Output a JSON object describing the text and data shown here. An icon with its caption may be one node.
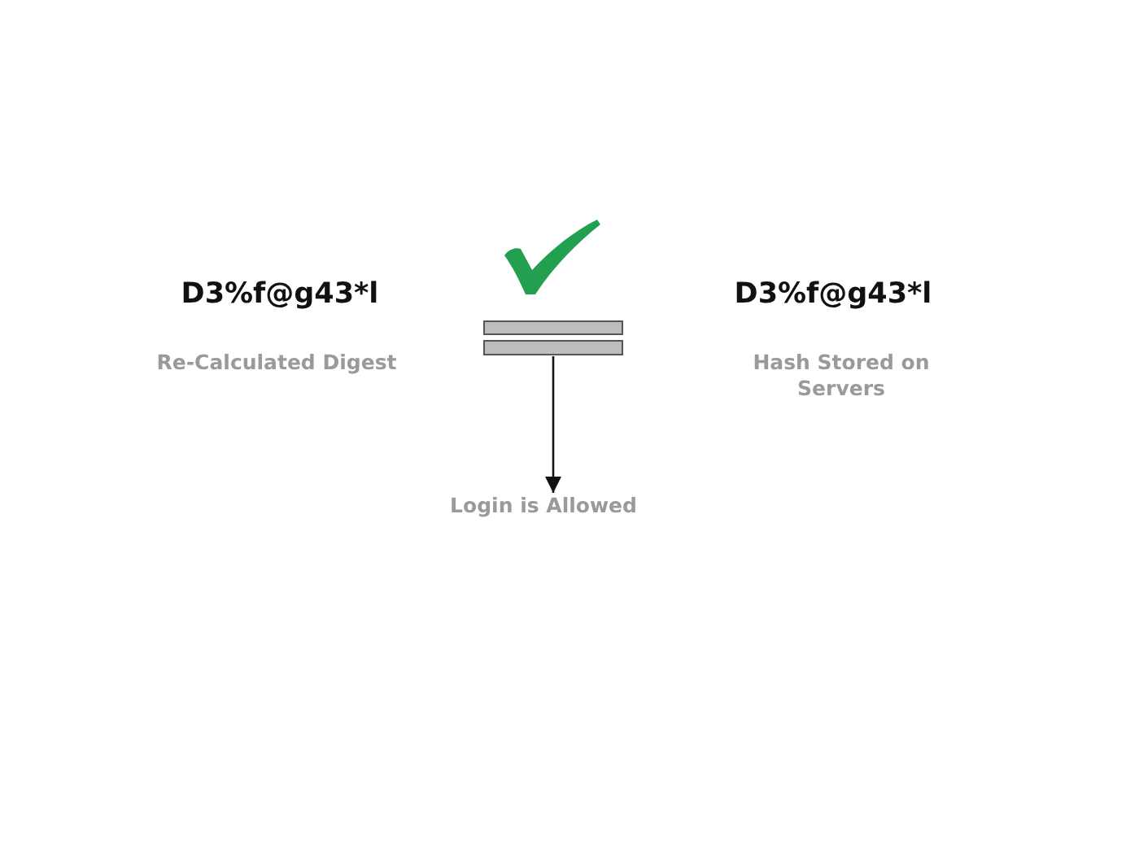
{
  "diagram": {
    "nodes": [
      {
        "text": [],
        "shape": "bar"
      },
      {
        "text": [
          "Login is Allowed"
        ]
      }
    ],
    "edges": [
      {
        "from": 0,
        "to": 1,
        "arrow": "to"
      }
    ],
    "labels": [
      "D3%f@g43*l",
      "D3%f@g43*l",
      "Re-Calculated Digest",
      "Hash Stored on Servers"
    ]
  }
}
